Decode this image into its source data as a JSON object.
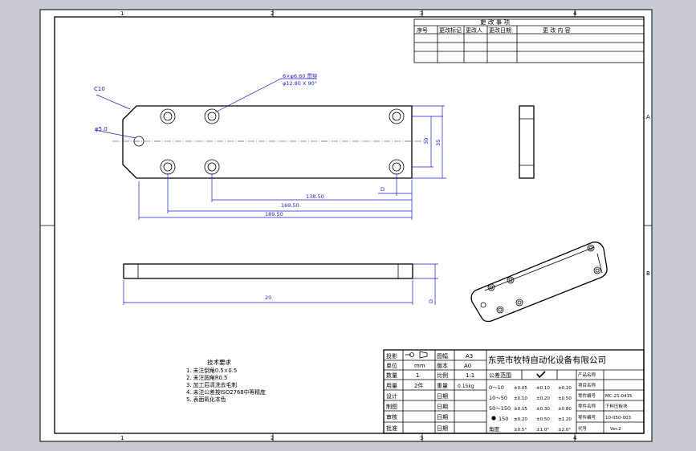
{
  "grid": {
    "cols": [
      "1",
      "2",
      "3",
      "4"
    ],
    "rows": [
      "A",
      "B"
    ]
  },
  "revision": {
    "title": "更 改 事 项",
    "headers": [
      "序号",
      "更改标记",
      "更改人",
      "更改日期",
      "更 改 内 容"
    ]
  },
  "callouts": {
    "chamfer": "C10",
    "hole_left": "φ5.0",
    "holes_line1": "6×φ6.60 贯穿",
    "holes_line2": "φ12.80 X 90°"
  },
  "dims": {
    "d1": "138.50",
    "d2": "169.50",
    "d3": "189.50",
    "d4": "D",
    "d5": "20",
    "v1": "30",
    "v2": "35",
    "v3": "D"
  },
  "tech": {
    "title": "技术要求",
    "items": [
      "1. 未注倒角0.5×0.5",
      "2. 未注圆角R0.5",
      "3. 加工后清洗去毛刺",
      "4. 未注公差按ISO2768中等精度",
      "5. 表面氧化本色"
    ]
  },
  "title_block": {
    "company": "东莞市牧特自动化设备有限公司",
    "labels": {
      "projection": "投影",
      "unit": "单位",
      "quantity": "数量",
      "material": "用量",
      "design": "设计",
      "drawing": "制图",
      "check": "审核",
      "approve": "批准",
      "drawing_no": "图幅",
      "version": "版本",
      "scale": "比例",
      "weight": "重量",
      "date": "日期",
      "tolerance_title": "公差范围"
    },
    "values": {
      "unit": "mm",
      "quantity": "1",
      "material": "2件",
      "drawing_no": "A3",
      "version": "A0",
      "scale": "1:1",
      "weight": "0.15kg"
    },
    "tol_rows": [
      {
        "range": "0～10",
        "a": "±0.05",
        "b": "±0.10",
        "c": "±0.20"
      },
      {
        "range": "10～50",
        "a": "±0.10",
        "b": "±0.20",
        "c": "±0.50"
      },
      {
        "range": "50～150",
        "a": "±0.15",
        "b": "±0.30",
        "c": "±0.80"
      },
      {
        "range": "150",
        "a": "±0.20",
        "b": "±0.50",
        "c": "±1.20"
      },
      {
        "range": "角度",
        "a": "±0.5°",
        "b": "±1.0°",
        "c": "±2.0°"
      }
    ],
    "right": {
      "product_name_label": "产品名称",
      "project_label": "项目名称",
      "part_name_label": "零件名称",
      "part_name": "下料压板块",
      "part_no_label": "零件编号",
      "part_no": "10-050-003",
      "stock_no": "MC-21-0415",
      "code_label": "代号",
      "code": "Ver.2"
    }
  }
}
